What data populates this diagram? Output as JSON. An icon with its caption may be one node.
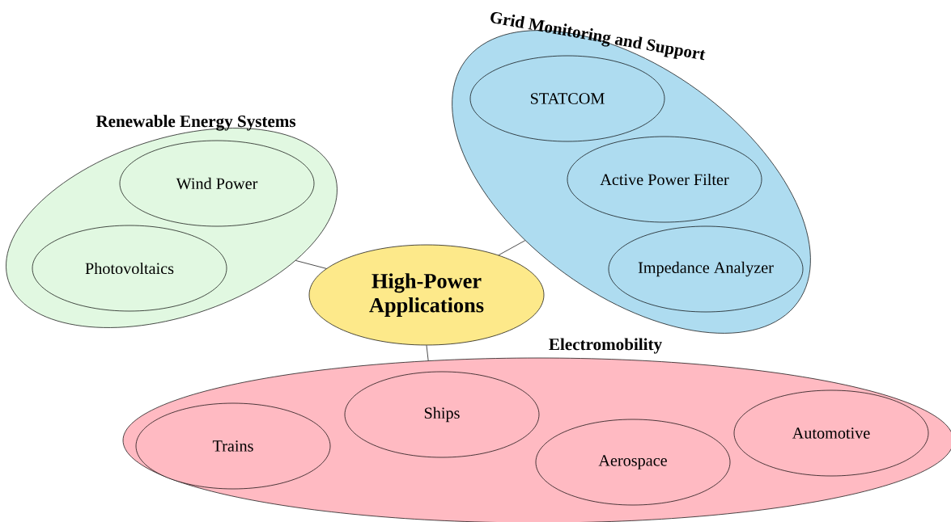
{
  "diagram": {
    "nodes": [
      {
        "text": [
          "High-Power Applications"
        ]
      },
      {
        "text": [
          "Renewable Energy Systems"
        ]
      },
      {
        "text": [
          "Wind Power"
        ],
        "in": 1
      },
      {
        "text": [
          "Photovoltaics"
        ],
        "in": 1
      },
      {
        "text": [
          "Grid Monitoring and Support"
        ]
      },
      {
        "text": [
          "STATCOM"
        ],
        "in": 4
      },
      {
        "text": [
          "Active Power Filter"
        ],
        "in": 4
      },
      {
        "text": [
          "Impedance Analyzer"
        ],
        "in": 4
      },
      {
        "text": [
          "Electromobility"
        ]
      },
      {
        "text": [
          "Trains"
        ],
        "in": 8
      },
      {
        "text": [
          "Ships"
        ],
        "in": 8
      },
      {
        "text": [
          "Aerospace"
        ],
        "in": 8
      },
      {
        "text": [
          "Automotive"
        ],
        "in": 8
      }
    ],
    "edges": [
      {
        "from": 0,
        "to": 1,
        "arrow": "none"
      },
      {
        "from": 0,
        "to": 4,
        "arrow": "none"
      },
      {
        "from": 0,
        "to": 8,
        "arrow": "none"
      }
    ]
  }
}
